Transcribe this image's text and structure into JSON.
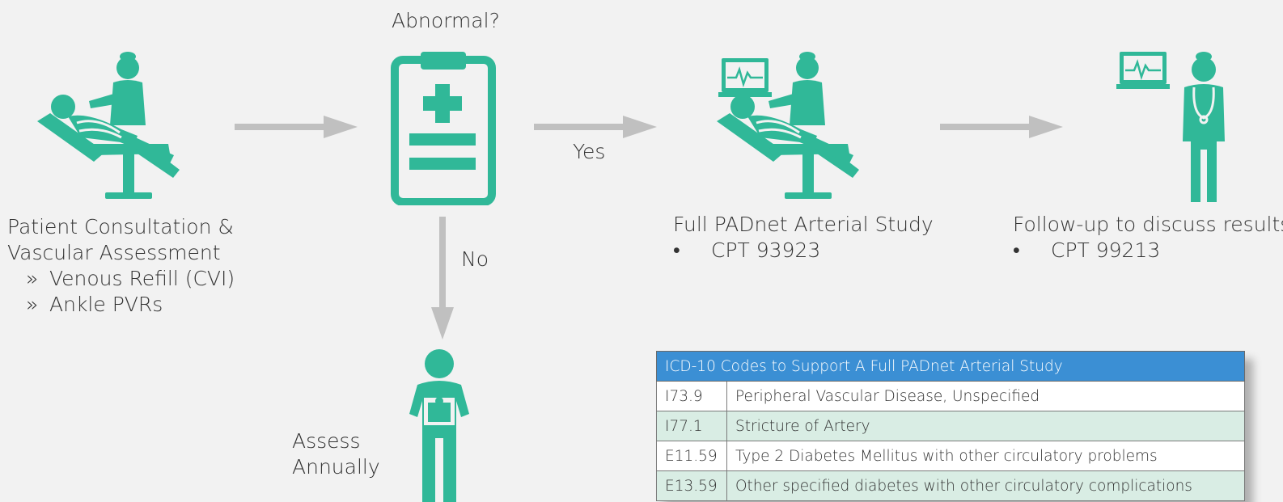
{
  "colors": {
    "icon_teal": "#30b898",
    "arrow_gray": "#c0c0c0",
    "table_header": "#3b8fd4",
    "row_alt": "#d9ede4"
  },
  "decision": {
    "question": "Abnormal?",
    "yes_label": "Yes",
    "no_label": "No"
  },
  "steps": {
    "consultation": {
      "title_line1": "Patient Consultation &",
      "title_line2": "Vascular Assessment",
      "items": [
        "Venous Refill (CVI)",
        "Ankle PVRs"
      ],
      "item_marker": "»"
    },
    "arterial_study": {
      "title": "Full PADnet Arterial Study",
      "bullet": "•",
      "code": "CPT 93923"
    },
    "follow_up": {
      "title": "Follow-up to discuss results",
      "bullet": "•",
      "code": "CPT 99213"
    },
    "annual": {
      "line1": "Assess",
      "line2": "Annually"
    }
  },
  "icd_table": {
    "header": "ICD-10 Codes to Support A Full PADnet Arterial Study",
    "rows": [
      {
        "code": "I73.9",
        "description": "Peripheral Vascular Disease, Unspecified"
      },
      {
        "code": "I77.1",
        "description": "Stricture of Artery"
      },
      {
        "code": "E11.59",
        "description": "Type 2 Diabetes Mellitus with other circulatory problems"
      },
      {
        "code": "E13.59",
        "description": "Other specified diabetes with other circulatory complications"
      }
    ]
  }
}
